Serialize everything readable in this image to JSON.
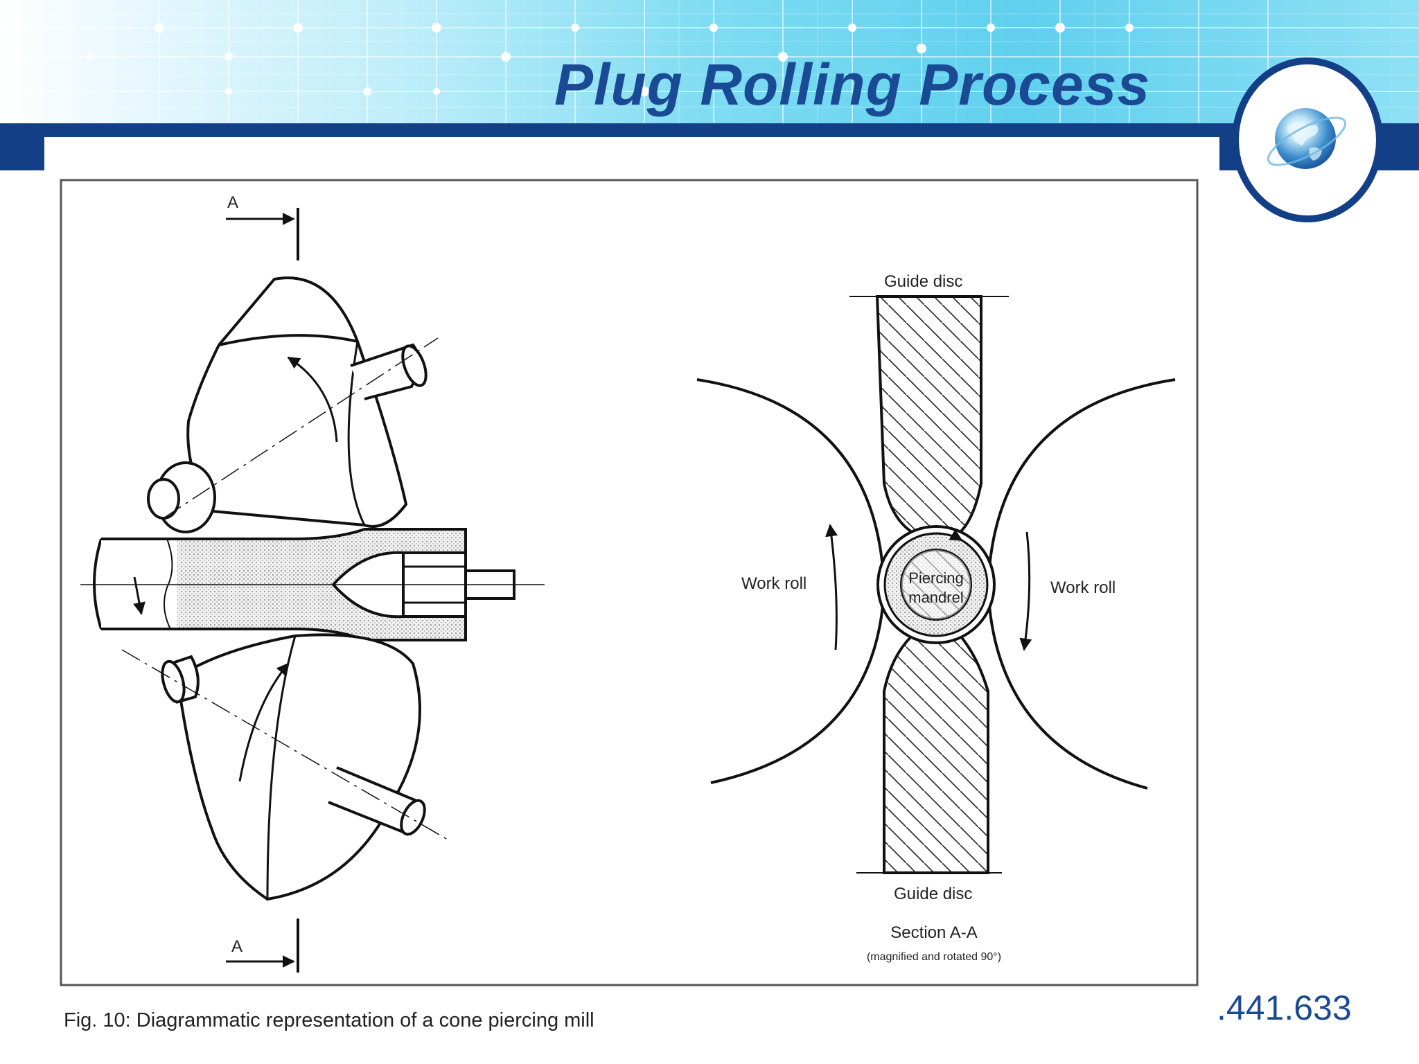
{
  "slide": {
    "title": "Plug Rolling Process",
    "number_fragment": ".441.633",
    "caption": "Fig. 10: Diagrammatic representation of a cone piercing mill"
  },
  "diagram": {
    "section_marker_top": "A",
    "section_marker_bottom": "A",
    "guide_disc_top": "Guide disc",
    "guide_disc_bottom": "Guide disc",
    "work_roll_left": "Work roll",
    "work_roll_right": "Work roll",
    "mandrel_line1": "Piercing",
    "mandrel_line2": "mandrel",
    "section_title": "Section A-A",
    "section_note": "(magnified and rotated 90°)"
  },
  "colors": {
    "title": "#1b4a94",
    "band": "#123f86",
    "header_light": "#bfeefa",
    "header_mid": "#5fd0ee"
  },
  "icons": {
    "logo": "globe-icon"
  }
}
